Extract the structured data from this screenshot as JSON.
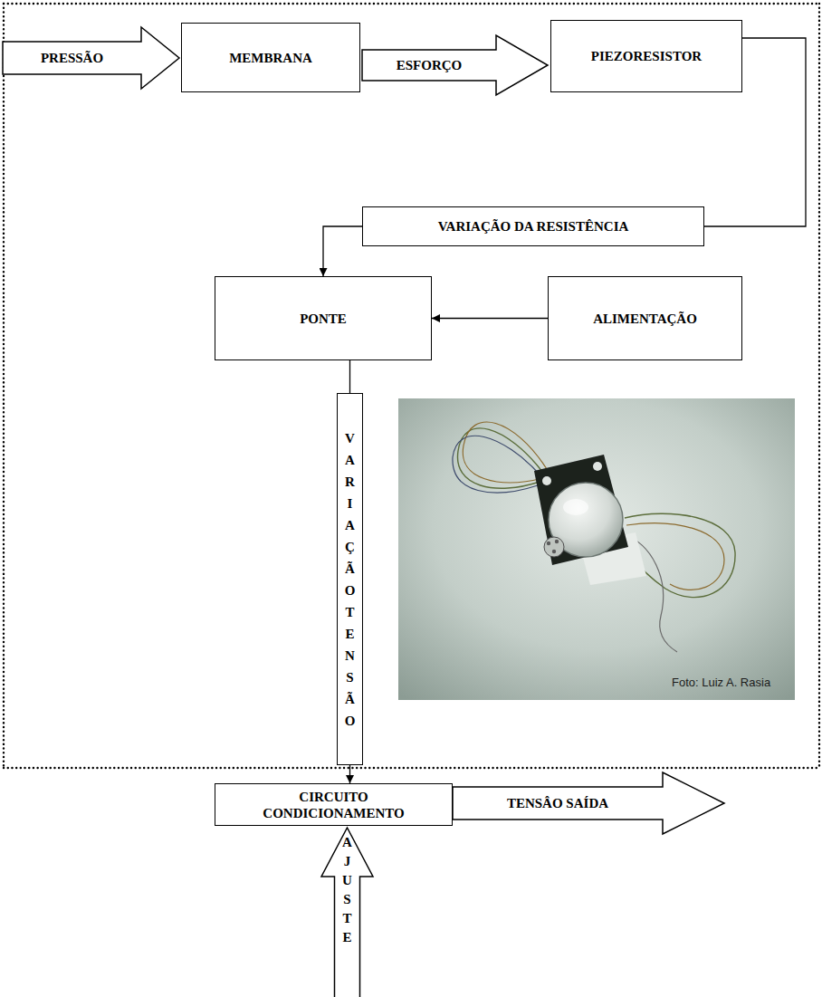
{
  "diagram": {
    "nodes": [
      {
        "text": [
          "PRESSÃO"
        ]
      },
      {
        "text": [
          "MEMBRANA"
        ]
      },
      {
        "text": [
          "ESFORÇO"
        ]
      },
      {
        "text": [
          "PIEZORESISTOR"
        ]
      },
      {
        "text": [
          "VARIAÇÃO DA RESISTÊNCIA"
        ]
      },
      {
        "text": [
          "PONTE"
        ]
      },
      {
        "text": [
          "ALIMENTAÇÃO"
        ]
      },
      {
        "text": [
          "VARIAÇÃO TENSÃO"
        ]
      },
      {
        "text": [
          "CIRCUITO CONDICIONAMENTO"
        ]
      },
      {
        "text": [
          "TENSÂO SAÍDA"
        ]
      },
      {
        "text": [
          "AJUSTE"
        ]
      }
    ],
    "edges": [
      {
        "from": 3,
        "to": 4,
        "arrow": "none"
      },
      {
        "from": 4,
        "to": 5,
        "arrow": "to"
      },
      {
        "from": 6,
        "to": 5,
        "arrow": "to"
      },
      {
        "from": 5,
        "to": 7,
        "arrow": "none"
      },
      {
        "from": 7,
        "to": 8,
        "arrow": "to"
      }
    ],
    "labels": [
      "Foto: Luiz A. Rasia"
    ]
  }
}
